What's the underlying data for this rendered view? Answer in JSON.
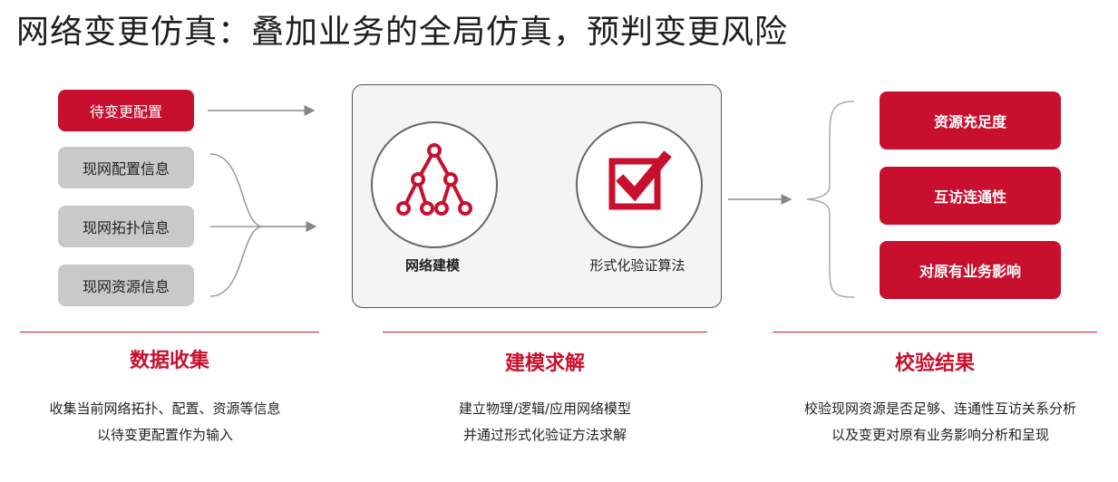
{
  "title": "网络变更仿真：叠加业务的全局仿真，预判变更风险",
  "inputs": {
    "pending": "待变更配置",
    "items": [
      "现网配置信息",
      "现网拓扑信息",
      "现网资源信息"
    ]
  },
  "model": {
    "modeling_label": "网络建模",
    "verify_label": "形式化验证算法"
  },
  "results": [
    "资源充足度",
    "互访连通性",
    "对原有业务影响"
  ],
  "sections": [
    {
      "title": "数据收集",
      "lines": [
        "收集当前网络拓扑、配置、资源等信息",
        "以待变更配置作为输入"
      ]
    },
    {
      "title": "建模求解",
      "lines": [
        "建立物理/逻辑/应用网络模型",
        "并通过形式化验证方法求解"
      ]
    },
    {
      "title": "校验结果",
      "lines": [
        "校验现网资源是否足够、连通性互访关系分析",
        "以及变更对原有业务影响分析和呈现"
      ]
    }
  ],
  "colors": {
    "accent": "#c8102e",
    "gray_box": "#c9c9c9",
    "panel_bg": "#f4f4f4"
  }
}
